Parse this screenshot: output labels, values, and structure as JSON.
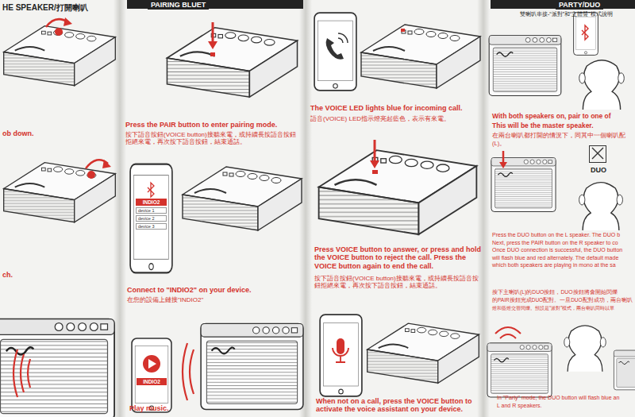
{
  "diagram": {
    "nodes": [
      {
        "text": [
          "INDIO2",
          "device 1",
          "device 2",
          "device 3"
        ]
      },
      {
        "text": [
          "INDIO2"
        ]
      },
      {
        "text": [
          "DUO"
        ]
      }
    ],
    "labels": [
      "HE SPEAKER/打開喇叭",
      "PAIRING BLUET",
      "PARTY/DUO",
      "雙喇叭串接-“派對”和“立體聲”模式說明",
      "ob down.",
      "ch.",
      "Press the PAIR button to enter pairing mode.",
      "按下語音按鈕(VOICE button)接聽來電，或持續長按語音按鈕拒絕來電，再次按下語音按鈕，結束通話。",
      "Connect to \"INDIO2\" on your device.",
      "在您的設備上鏈接\"INDIO2\"",
      "Play music.",
      "The VOICE LED lights blue for incoming call.",
      "語音(VOICE) LED指示燈亮起藍色，表示有來電。",
      "Press VOICE button to answer, or press and hold the VOICE button to reject the call. Press the VOICE button again to end the call.",
      "按下語音按鈕(VOICE button)接聽來電，或持續長按語音按鈕拒絕來電，再次按下語音按鈕，結束通話。",
      "When not on a call, press the VOICE button to activate the voice assistant on your device.",
      "With both speakers on, pair to one of",
      "This will be the master speaker.",
      "在兩台喇叭都打開的情況下，同其中一個喇叭配",
      "(L)。",
      "Press the DUO button on the L speaker. The DUO b",
      "Next, press the PAIR button on the R speaker to co",
      "Once DUO connection is successful, the DUO button",
      "will flash blue and red alternately. The default made",
      "which both speakers are playing in mono at the sa",
      "按下主喇叭(L)的DUO按鈕，DUO按鈕將會開始閃爍",
      "的PAIR按鈕完成DUO配對。一旦DUO配對成功，兩台喇叭",
      "燈和藍燈交替閃爍。預設是“派對”模式，兩台喇叭同時以單",
      "In \"Party\" mode, the DUO button will flash blue an",
      "L and R speakers."
    ]
  }
}
